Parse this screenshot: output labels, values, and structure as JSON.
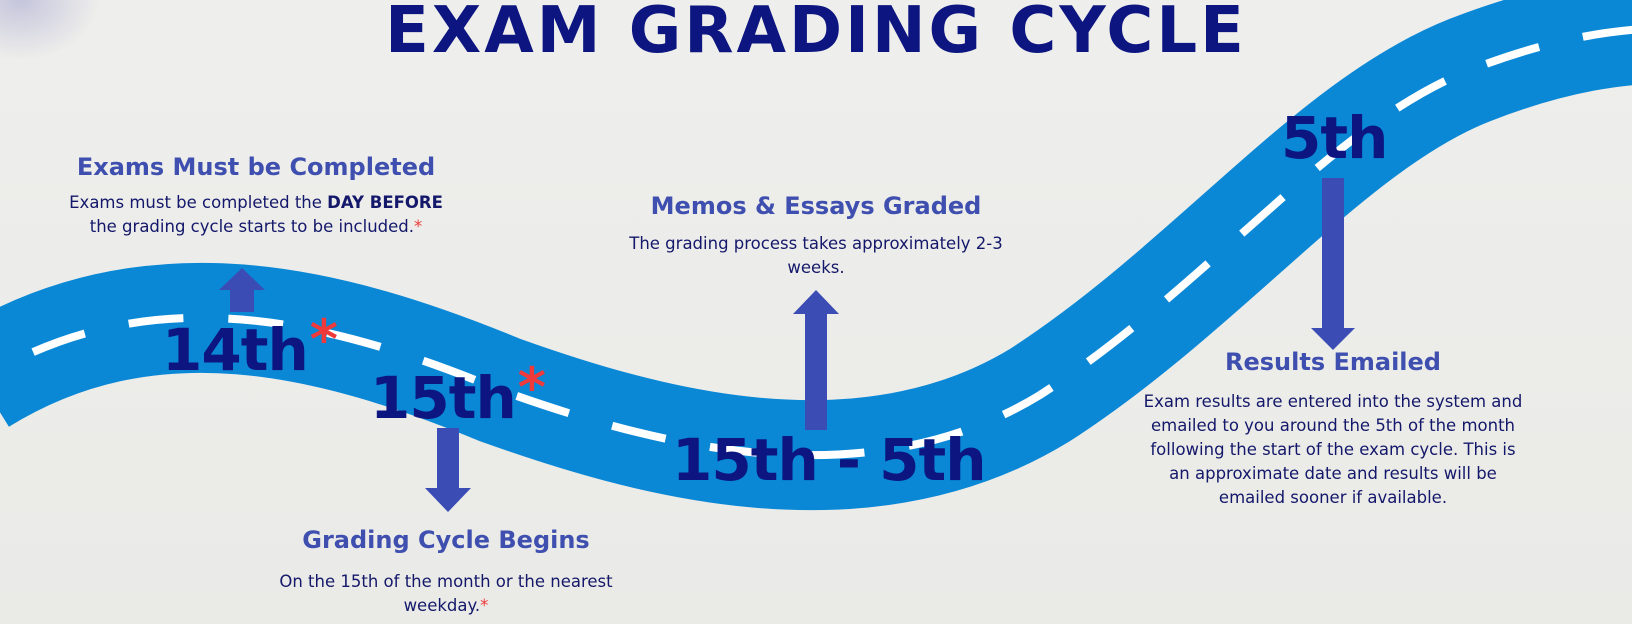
{
  "title": "EXAM GRADING CYCLE",
  "colors": {
    "road": "#0a88d6",
    "road_dash": "#ffffff",
    "title": "#0c1580",
    "heading": "#3f4faf",
    "arrow": "#3b4cb4",
    "asterisk": "#ee3a3a",
    "body_text": "#14186a"
  },
  "dates": {
    "d14": "14th",
    "d15": "15th",
    "range": "15th - 5th",
    "d5": "5th",
    "asterisk": "*"
  },
  "steps": {
    "completed": {
      "heading": "Exams Must be Completed",
      "text_before": "Exams must be completed the ",
      "text_bold": "DAY BEFORE",
      "text_after": " the grading cycle starts to be included."
    },
    "begins": {
      "heading": "Grading Cycle Begins",
      "text": "On the 15th of the month or the nearest weekday."
    },
    "graded": {
      "heading": "Memos & Essays Graded",
      "text": "The grading process takes approximately 2-3 weeks."
    },
    "emailed": {
      "heading": "Results Emailed",
      "text": "Exam results are entered into the system and emailed to you around the 5th of the month following the start of the exam cycle. This is an approximate date and results will be emailed sooner if available."
    }
  }
}
